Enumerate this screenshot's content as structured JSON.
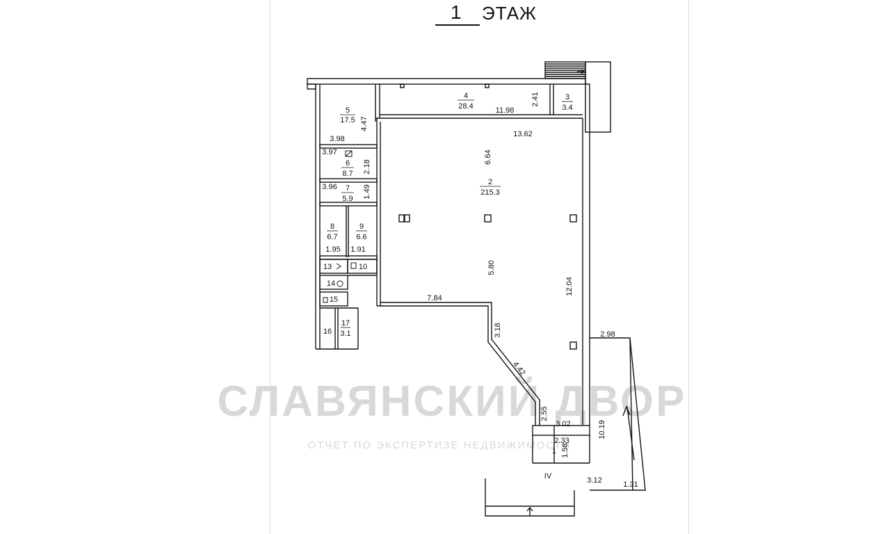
{
  "header": {
    "floor_number": "1",
    "floor_word": "ЭТАЖ"
  },
  "watermark": {
    "line1": "СЛАВЯНСКИЙ ДВОР",
    "line2": "ОТЧЕТ ПО ЭКСПЕРТИЗЕ НЕДВИЖИМОСТИ"
  },
  "rooms": [
    {
      "num": "2",
      "area": "215.3"
    },
    {
      "num": "3",
      "area": "3.4"
    },
    {
      "num": "4",
      "area": "28.4"
    },
    {
      "num": "5",
      "area": "17.5"
    },
    {
      "num": "6",
      "area": "8.7"
    },
    {
      "num": "7",
      "area": "5.9"
    },
    {
      "num": "8",
      "area": "6.7"
    },
    {
      "num": "9",
      "area": "6.6"
    },
    {
      "num": "10",
      "area": ""
    },
    {
      "num": "13",
      "area": ""
    },
    {
      "num": "14",
      "area": ""
    },
    {
      "num": "15",
      "area": ""
    },
    {
      "num": "16",
      "area": ""
    },
    {
      "num": "17",
      "area": "3.1"
    },
    {
      "num": "1",
      "area": ""
    }
  ],
  "dimensions": [
    "4.47",
    "3.98",
    "3.97",
    "2.18",
    "3.96",
    "1.49",
    "1.95",
    "1.91",
    "11.98",
    "2.41",
    "13.62",
    "6.64",
    "5.80",
    "12.04",
    "7.84",
    "3.18",
    "4.42",
    "2.55",
    "3.02",
    "2.33",
    "1.58",
    "10.19",
    "2.98",
    "3.12",
    "1.31"
  ],
  "markers": {
    "entrance": "IV"
  }
}
